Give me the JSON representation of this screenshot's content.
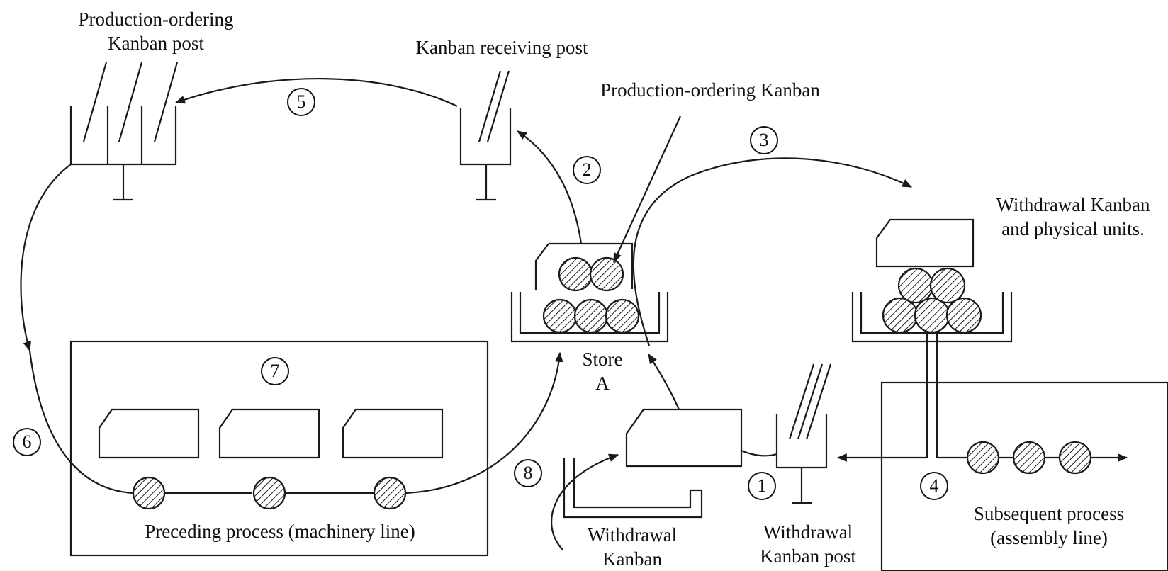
{
  "labels": {
    "production_ordering_post_line1": "Production-ordering",
    "production_ordering_post_line2": "Kanban post",
    "kanban_receiving_post": "Kanban receiving post",
    "production_ordering_kanban": "Production-ordering Kanban",
    "withdrawal_kanban_units_line1": "Withdrawal Kanban",
    "withdrawal_kanban_units_line2": "and physical units.",
    "store_line1": "Store",
    "store_line2": "A",
    "preceding_process": "Preceding process (machinery line)",
    "withdrawal_kanban_line1": "Withdrawal",
    "withdrawal_kanban_line2": "Kanban",
    "withdrawal_post_line1": "Withdrawal",
    "withdrawal_post_line2": "Kanban post",
    "subsequent_line1": "Subsequent process",
    "subsequent_line2": "(assembly line)"
  },
  "steps": [
    "1",
    "2",
    "3",
    "4",
    "5",
    "6",
    "7",
    "8"
  ]
}
